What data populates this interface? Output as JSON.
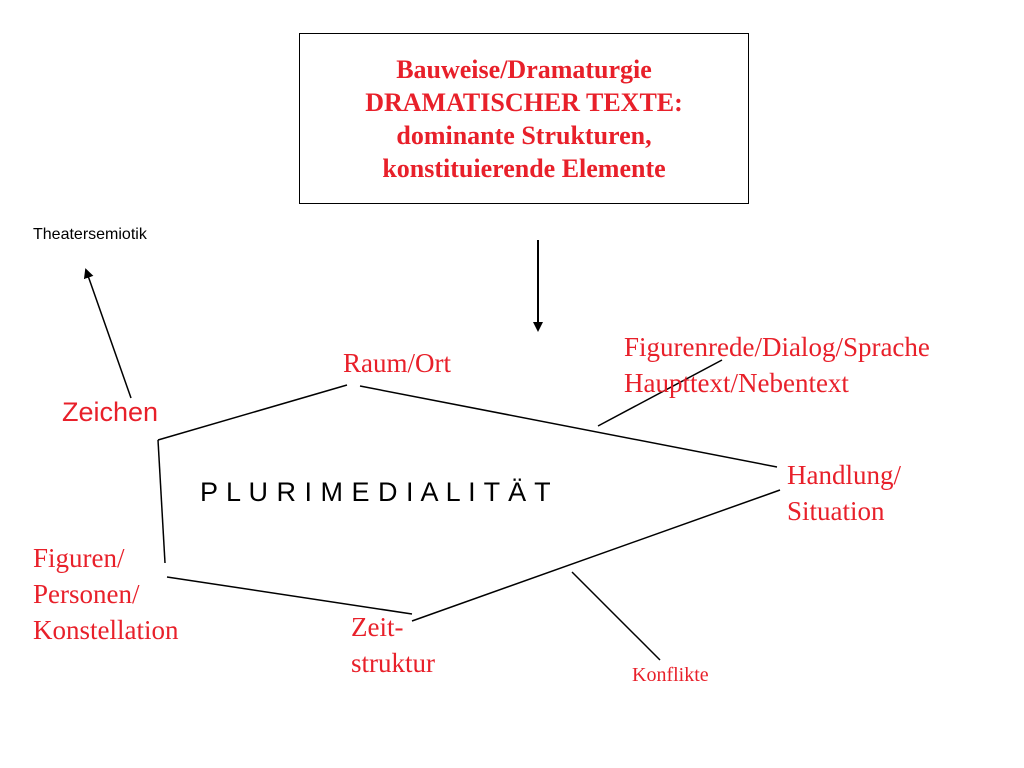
{
  "title": {
    "line1": "Bauweise/Dramaturgie",
    "line2": "DRAMATISCHER  TEXTE:",
    "line3": "dominante Strukturen,",
    "line4": "konstituierende Elemente"
  },
  "labels": {
    "theatersemiotik": "Theatersemiotik",
    "raum_ort": "Raum/Ort",
    "figurenrede_line1": "Figurenrede/Dialog/Sprache",
    "figurenrede_line2": "Haupttext/Nebentext",
    "zeichen": "Zeichen",
    "handlung_line1": "Handlung/",
    "handlung_line2": "Situation",
    "plurimedialitaet": "P L U R I M E D I A L I T Ä T",
    "figuren_line1": "Figuren/",
    "figuren_line2": "Personen/",
    "figuren_line3": "Konstellation",
    "zeit_line1": "Zeit-",
    "zeit_line2": "struktur",
    "konflikte": "Konflikte"
  },
  "colors": {
    "accent": "#e8202a",
    "ink": "#000000",
    "background": "#ffffff"
  }
}
